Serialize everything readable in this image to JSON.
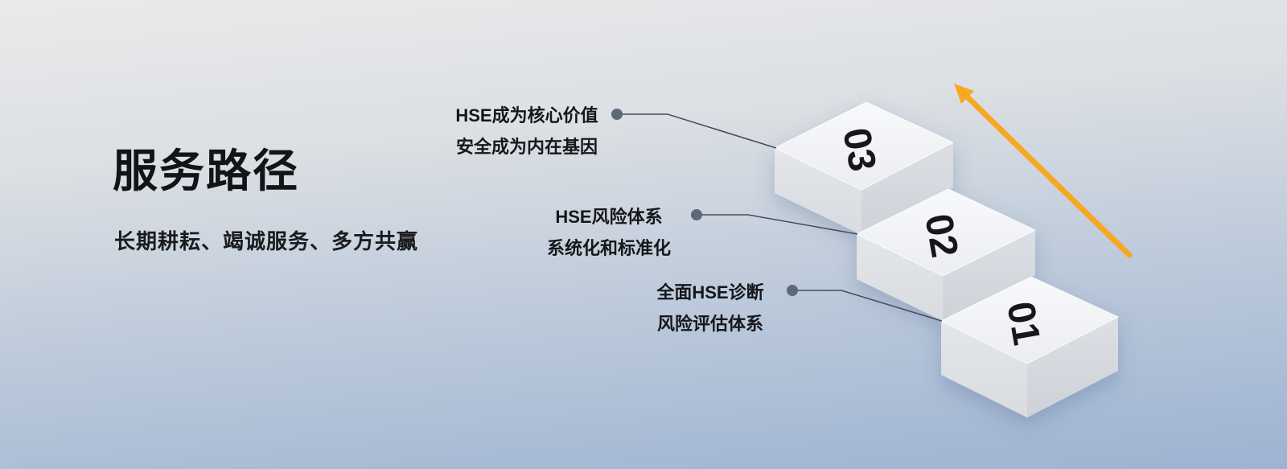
{
  "page": {
    "title": "服务路径",
    "subtitle": "长期耕耘、竭诚服务、多方共赢"
  },
  "steps": [
    {
      "number": "01"
    },
    {
      "number": "02"
    },
    {
      "number": "03"
    }
  ],
  "callouts": [
    {
      "step": "01",
      "line1": "全面HSE诊断",
      "line2": "风险评估体系"
    },
    {
      "step": "02",
      "line1": "HSE风险体系",
      "line2": "系统化和标准化"
    },
    {
      "step": "03",
      "line1": "HSE成为核心价值",
      "line2": "安全成为内在基因"
    }
  ],
  "icons": {
    "arrow": "growth-arrow-up-left"
  },
  "colors": {
    "background_top": "#e9eaeb",
    "background_bottom": "#9db3d1",
    "step_top_face": "#f5f6f8",
    "step_left_face": "#e0e3e7",
    "step_right_face": "#d4d8dd",
    "number_text": "#17191c",
    "connector": "#454f5b",
    "dot": "#5d6878",
    "arrow": "#f7a823",
    "title_text": "#121417"
  }
}
